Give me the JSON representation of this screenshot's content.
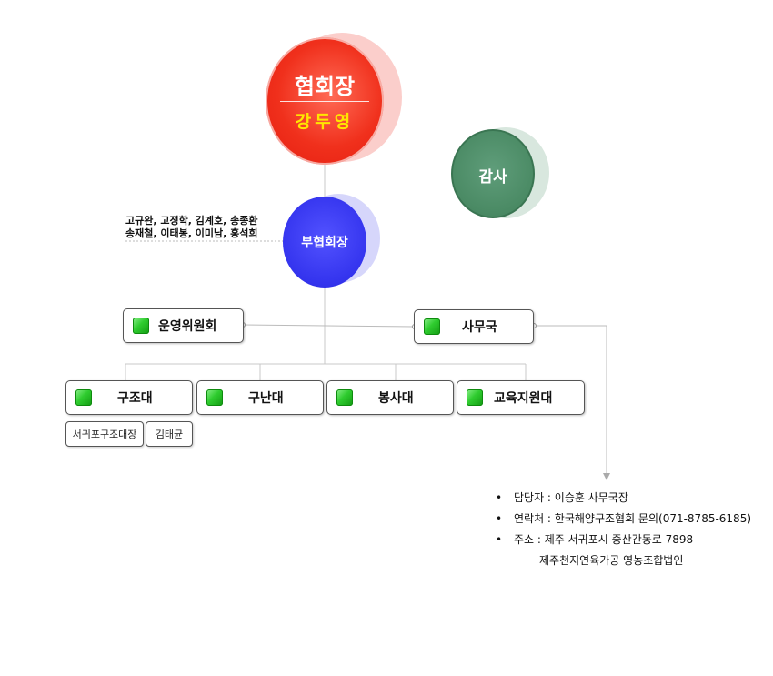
{
  "president": {
    "title": "협회장",
    "name": "강두영"
  },
  "auditor": {
    "title": "감사"
  },
  "vice_president": {
    "title": "부협회장",
    "members_line1": "고규완, 고정학, 김계호, 송종환",
    "members_line2": "송재철, 이태봉, 이미남, 홍석희"
  },
  "committee": {
    "label": "운영위원회"
  },
  "secretariat": {
    "label": "사무국"
  },
  "divisions": [
    {
      "label": "구조대"
    },
    {
      "label": "구난대"
    },
    {
      "label": "봉사대"
    },
    {
      "label": "교육지원대"
    }
  ],
  "rescue_sub": {
    "role": "서귀포구조대장",
    "name": "김태균"
  },
  "contact": {
    "bullet": "•",
    "manager": "담당자 : 이승훈 사무국장",
    "phone": "연락처 : 한국해양구조협회 문의(071-8785-6185)",
    "address": "주소 : 제주 서귀포시 중산간동로 7898",
    "address_line2": "제주천지연육가공 영농조합법인"
  },
  "colors": {
    "president": "#f0301c",
    "auditor": "#4f8f6a",
    "vice_president": "#3b3bf0",
    "connector": "#bbbbbb"
  }
}
